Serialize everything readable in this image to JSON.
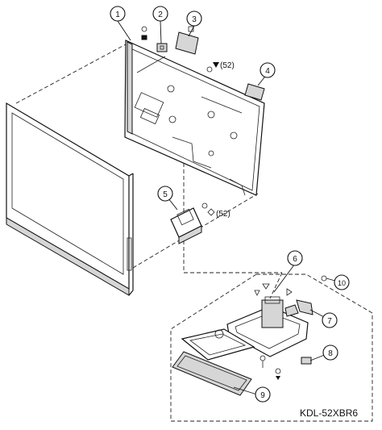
{
  "model_label": "KDL-52XBR6",
  "screw_ref_top": "(52)",
  "screw_ref_bracket": "(52)",
  "callouts": [
    "1",
    "2",
    "3",
    "4",
    "5",
    "6",
    "7",
    "8",
    "9",
    "10"
  ]
}
